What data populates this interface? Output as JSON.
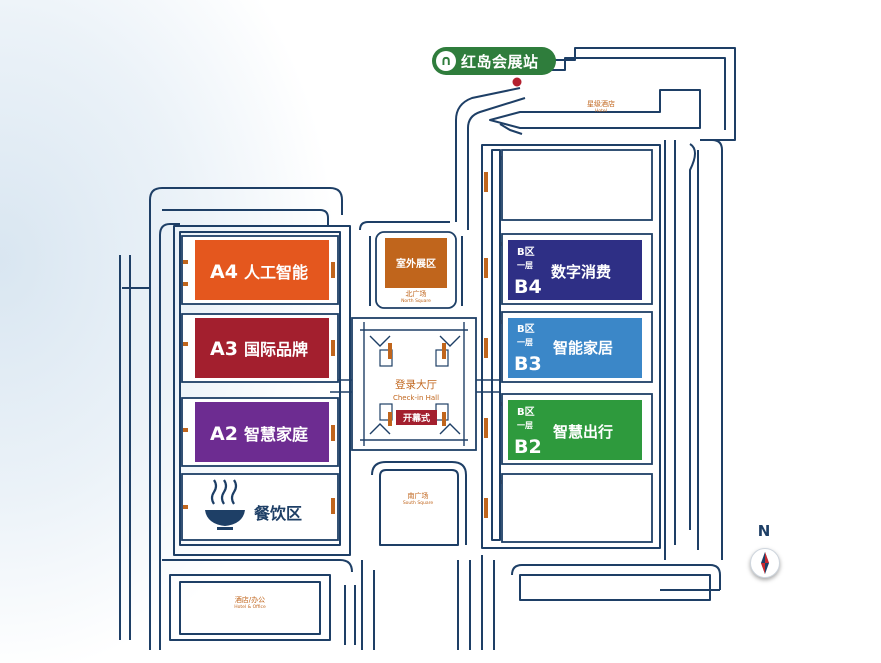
{
  "station": {
    "name": "红岛会展站",
    "icon": "metro-station-icon"
  },
  "halls": {
    "a4": {
      "code": "A4",
      "name": "人工智能",
      "color": "#e4571e"
    },
    "a3": {
      "code": "A3",
      "name": "国际品牌",
      "color": "#a31f2e"
    },
    "a2": {
      "code": "A2",
      "name": "智慧家庭",
      "color": "#6d2c91"
    },
    "dining": {
      "name": "餐饮区",
      "icon": "noodle-bowl-icon"
    },
    "b4": {
      "area": "B区",
      "floor": "一层",
      "code": "B4",
      "name": "数字消费",
      "color": "#2e2f85"
    },
    "b3": {
      "area": "B区",
      "floor": "一层",
      "code": "B3",
      "name": "智能家居",
      "color": "#3b87c8"
    },
    "b2": {
      "area": "B区",
      "floor": "一层",
      "code": "B2",
      "name": "智慧出行",
      "color": "#2e9a3d"
    }
  },
  "outdoor": {
    "name": "室外展区",
    "color": "#c0651c"
  },
  "north_square": {
    "cn": "北广场",
    "en": "North Square"
  },
  "south_square": {
    "cn": "南广场",
    "en": "South Square"
  },
  "checkin": {
    "cn": "登录大厅",
    "en": "Check-in Hall"
  },
  "opening": {
    "name": "开幕式",
    "color": "#a31f2e"
  },
  "hotel": {
    "cn": "星级酒店",
    "en": "Hotel"
  },
  "hotel_office": {
    "cn": "酒店/办公",
    "en": "Hotel & Office"
  },
  "compass": {
    "label": "N"
  },
  "colors": {
    "road": "#1e3f66",
    "accent_orange": "#c0651c"
  }
}
